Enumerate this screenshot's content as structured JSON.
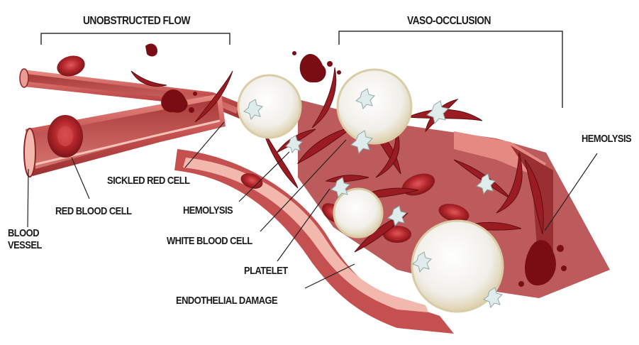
{
  "labels": {
    "unobstructed_flow": "UNOBSTRUCTED FLOW",
    "vaso_occlusion": "VASO-OCCLUSION",
    "hemolysis_right": "HEMOLYSIS",
    "sickled_red_cell": "SICKLED RED CELL",
    "hemolysis_center": "HEMOLYSIS",
    "red_blood_cell": "RED BLOOD CELL",
    "white_blood_cell": "WHITE BLOOD CELL",
    "blood_vessel": "BLOOD VESSEL",
    "platelet": "PLATELET",
    "endothelial_damage": "ENDOTHELIAL DAMAGE"
  },
  "colors": {
    "vessel_wall": "#c4504f",
    "vessel_inner": "#f2b7ad",
    "vessel_dark": "#8e2426",
    "red_cell": "#b3262b",
    "sickle_cell": "#9a1c22",
    "white_cell": "#f4f2ec",
    "white_cell_edge": "#e6d9b8",
    "platelet": "#dfeceb",
    "blood_splash": "#7a0d14",
    "text": "#1a1a1a",
    "leader_line": "#222222"
  }
}
